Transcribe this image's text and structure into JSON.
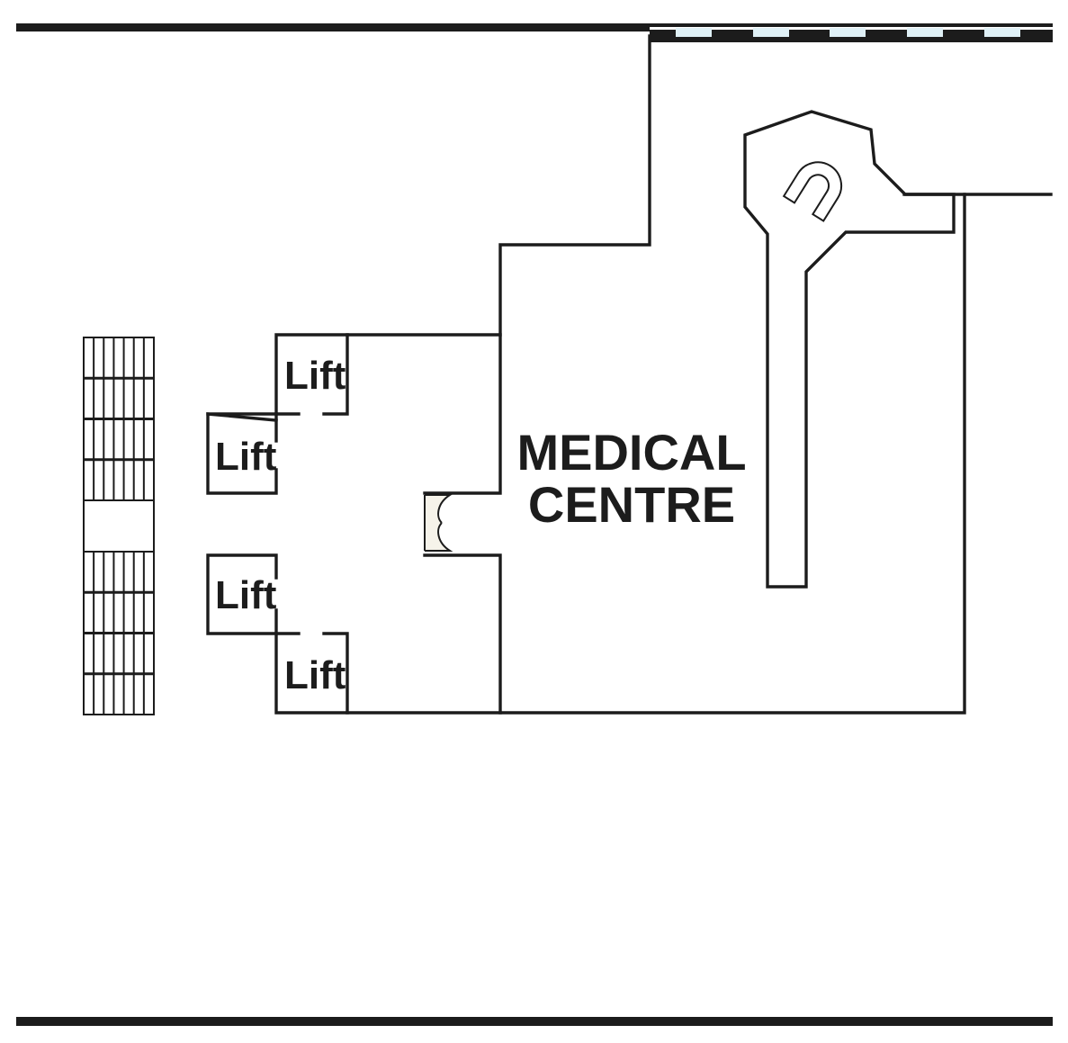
{
  "rooms": {
    "medical_centre_line1": "MEDICAL",
    "medical_centre_line2": "CENTRE"
  },
  "lifts": {
    "lift_upper_right": "Lift",
    "lift_upper_left": "Lift",
    "lift_lower_left": "Lift",
    "lift_lower_right": "Lift"
  },
  "colors": {
    "wall": "#1c1c1c",
    "window": "#dff0f6",
    "door": "#f6f3ea",
    "background": "#ffffff"
  }
}
